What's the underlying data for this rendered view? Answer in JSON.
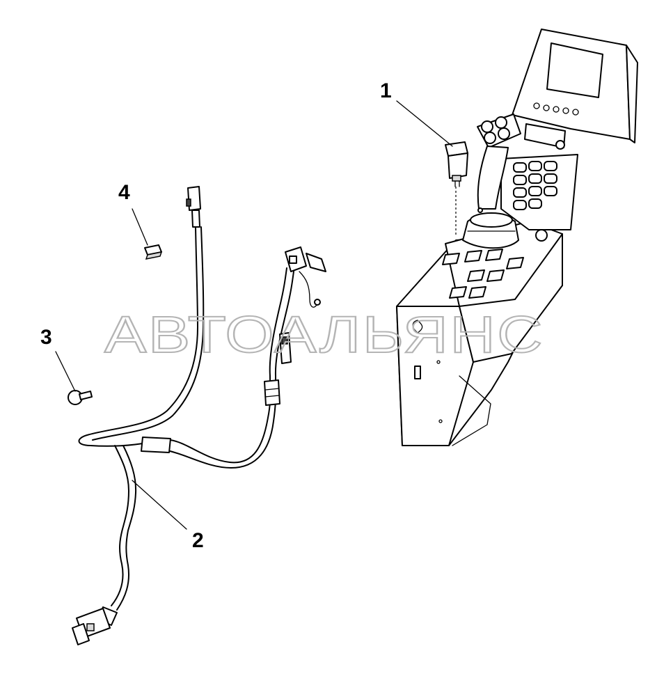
{
  "watermark": {
    "text": "АВТОАЛЬЯНС",
    "color": "#b4b4b4"
  },
  "callouts": [
    {
      "id": "1",
      "label": "1",
      "part": "switch"
    },
    {
      "id": "2",
      "label": "2",
      "part": "wiring-harness"
    },
    {
      "id": "3",
      "label": "3",
      "part": "clip"
    },
    {
      "id": "4",
      "label": "4",
      "part": "connector-plug"
    }
  ],
  "colors": {
    "line": "#000000",
    "background": "#ffffff"
  }
}
